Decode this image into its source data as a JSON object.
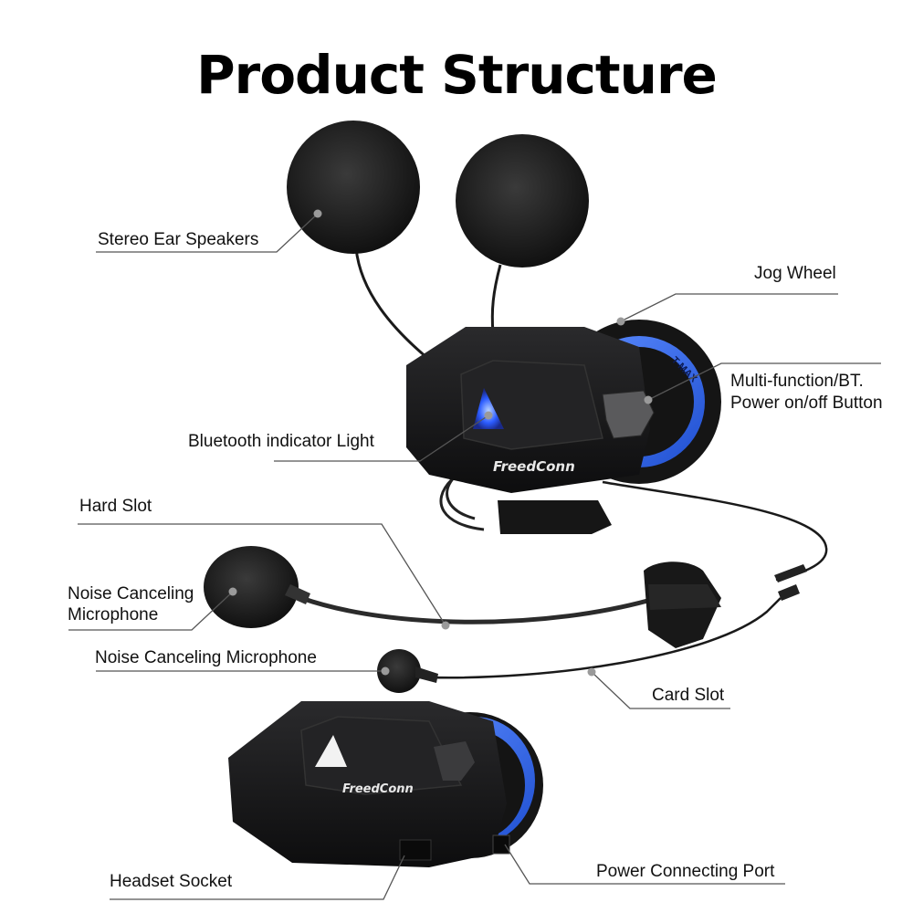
{
  "title": "Product Structure",
  "brand": {
    "logo": "FreedConn",
    "model": "T-MAX",
    "accent_color": "#2f6ff0",
    "device_color": "#1c1c1e"
  },
  "callouts": {
    "stereo_ear_speakers": "Stereo Ear Speakers",
    "jog_wheel": "Jog Wheel",
    "multi_function_line1": "Multi-function/BT.",
    "multi_function_line2": "Power on/off Button",
    "bluetooth_indicator": "Bluetooth indicator Light",
    "hard_slot": "Hard Slot",
    "noise_mic_boom_line1": "Noise Canceling",
    "noise_mic_boom_line2": "Microphone",
    "noise_mic_wired": "Noise Canceling Microphone",
    "card_slot": "Card Slot",
    "headset_socket": "Headset Socket",
    "power_port": "Power Connecting Port"
  }
}
